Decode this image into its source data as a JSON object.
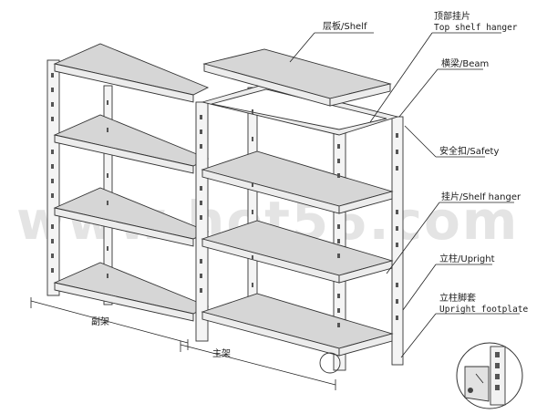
{
  "labels": {
    "shelf": "层板/Shelf",
    "top_hanger_cn": "顶部挂片",
    "top_hanger_en": "Top shelf hanger",
    "beam": "横梁/Beam",
    "safety": "安全扣/Safety",
    "shelf_hanger": "挂片/Shelf hanger",
    "upright": "立柱/Upright",
    "footplate_cn": "立柱脚套",
    "footplate_en": "Upright footplate",
    "add_on_unit": "副架",
    "main_unit": "主架"
  },
  "watermark": "www.hot56.com",
  "colors": {
    "shelf_fill": "#d6d6d6",
    "line": "#222222",
    "background": "#ffffff"
  },
  "icons": {
    "detail_circle": "footplate-detail-icon"
  }
}
